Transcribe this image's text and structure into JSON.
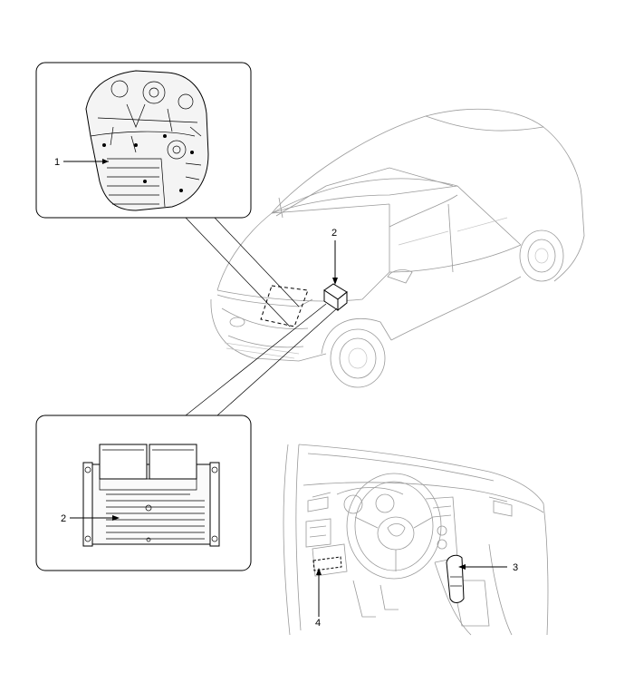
{
  "callouts": {
    "transaxle": "1",
    "ecu_on_car": "2",
    "ecu_detail": "2",
    "shift_lever": "3",
    "data_connector": "4"
  }
}
